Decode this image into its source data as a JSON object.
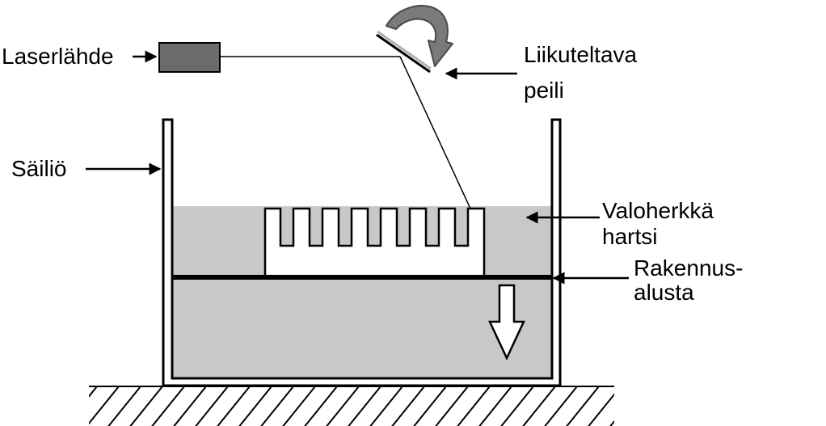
{
  "labels": {
    "laser_source": "Laserlähde",
    "movable_mirror_line1": "Liikuteltava",
    "movable_mirror_line2": "peili",
    "container": "Säiliö",
    "resin_line1": "Valoherkkä",
    "resin_line2": "hartsi",
    "platform_line1": "Rakennus-",
    "platform_line2": "alusta"
  },
  "colors": {
    "resin": "#c8c8c8",
    "laser_box": "#6b6b6b",
    "rotation_arrow": "#7a7a7a",
    "outline": "#000000",
    "printed_part": "#ffffff"
  },
  "icons": {
    "rotation": "curved-arrow-icon",
    "down": "down-arrow-icon"
  }
}
